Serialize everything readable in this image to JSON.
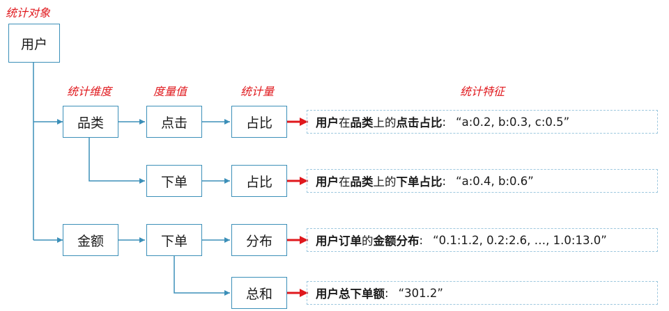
{
  "headers": {
    "object": "统计对象",
    "dimension": "统计维度",
    "measure": "度量值",
    "stat": "统计量",
    "feature": "统计特征"
  },
  "nodes": {
    "user": "用户",
    "category": "品类",
    "amount": "金额",
    "click": "点击",
    "order_1": "下单",
    "order_2": "下单",
    "ratio_1": "占比",
    "ratio_2": "占比",
    "distribution": "分布",
    "sum": "总和"
  },
  "features": [
    {
      "segments": [
        {
          "text": "用户",
          "bold": true
        },
        {
          "text": "在",
          "bold": false
        },
        {
          "text": "品类",
          "bold": true
        },
        {
          "text": "上的",
          "bold": false
        },
        {
          "text": "点击占比",
          "bold": true
        },
        {
          "text": ":",
          "bold": false
        }
      ],
      "value": "“a:0.2, b:0.3, c:0.5”"
    },
    {
      "segments": [
        {
          "text": "用户",
          "bold": true
        },
        {
          "text": "在",
          "bold": false
        },
        {
          "text": "品类",
          "bold": true
        },
        {
          "text": "上的",
          "bold": false
        },
        {
          "text": "下单占比",
          "bold": true
        },
        {
          "text": ":",
          "bold": false
        }
      ],
      "value": "“a:0.4, b:0.6”"
    },
    {
      "segments": [
        {
          "text": "用户订单",
          "bold": true
        },
        {
          "text": "的",
          "bold": false
        },
        {
          "text": "金额分布",
          "bold": true
        },
        {
          "text": ":",
          "bold": false
        }
      ],
      "value": "“0.1:1.2, 0.2:2.6, …, 1.0:13.0”"
    },
    {
      "segments": [
        {
          "text": "用户总下单额",
          "bold": true
        },
        {
          "text": ":",
          "bold": false
        }
      ],
      "value": "“301.2”"
    }
  ],
  "colors": {
    "box_border": "#3b8fb8",
    "connector": "#3b8fb8",
    "accent_red": "#e0181d",
    "dashed_border": "#9cc7de"
  }
}
